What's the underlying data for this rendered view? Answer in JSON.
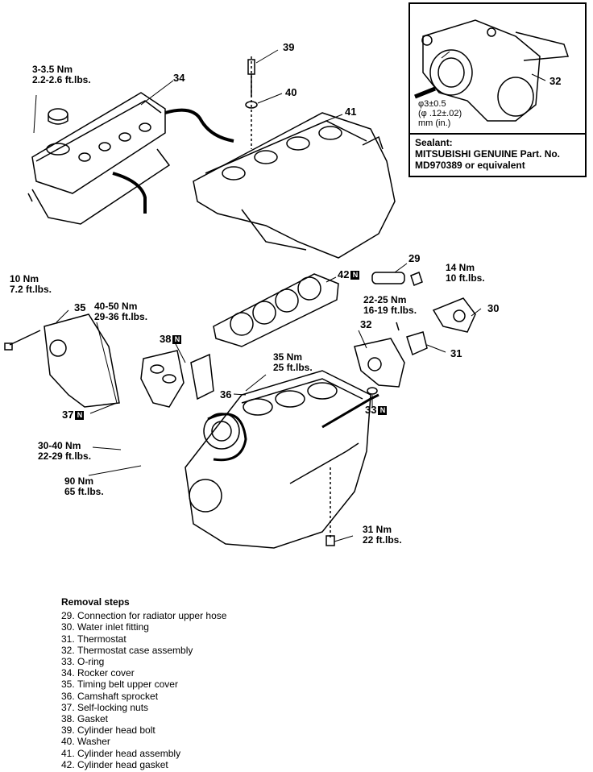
{
  "labels": {
    "l39": "39",
    "l40": "40",
    "l41": "41",
    "l34": "34",
    "l32_inset": "32",
    "l29": "29",
    "l42": "42",
    "l30": "30",
    "l31": "31",
    "l32": "32",
    "l33": "33",
    "l35": "35",
    "l38": "38",
    "l36": "36",
    "l37": "37",
    "badge": "N"
  },
  "torques": {
    "t_rocker_a": "3-3.5 Nm",
    "t_rocker_b": "2.2-2.6 ft.lbs.",
    "t_10_a": "10 Nm",
    "t_10_b": "7.2 ft.lbs.",
    "t_4050_a": "40-50 Nm",
    "t_4050_b": "29-36 ft.lbs.",
    "t_35_a": "35 Nm",
    "t_35_b": "25 ft.lbs.",
    "t_14_a": "14 Nm",
    "t_14_b": "10 ft.lbs.",
    "t_2225_a": "22-25 Nm",
    "t_2225_b": "16-19 ft.lbs.",
    "t_3040_a": "30-40 Nm",
    "t_3040_b": "22-29 ft.lbs.",
    "t_90_a": "90 Nm",
    "t_90_b": "65 ft.lbs.",
    "t_31_a": "31 Nm",
    "t_31_b": "22 ft.lbs."
  },
  "inset": {
    "dim_a": "φ3±0.5",
    "dim_b": "(φ .12±.02)",
    "dim_c": "mm (in.)",
    "sealant_title": "Sealant:",
    "sealant_line1": "MITSUBISHI GENUINE Part. No.",
    "sealant_line2": "MD970389 or equivalent"
  },
  "steps": {
    "title": "Removal steps",
    "items": [
      {
        "n": "29.",
        "t": "Connection for radiator upper hose"
      },
      {
        "n": "30.",
        "t": "Water inlet fitting"
      },
      {
        "n": "31.",
        "t": "Thermostat"
      },
      {
        "n": "32.",
        "t": "Thermostat case assembly"
      },
      {
        "n": "33.",
        "t": "O-ring"
      },
      {
        "n": "34.",
        "t": "Rocker cover"
      },
      {
        "n": "35.",
        "t": "Timing belt upper cover"
      },
      {
        "n": "36.",
        "t": "Camshaft sprocket"
      },
      {
        "n": "37.",
        "t": "Self-locking nuts"
      },
      {
        "n": "38.",
        "t": "Gasket"
      },
      {
        "n": "39.",
        "t": "Cylinder head bolt"
      },
      {
        "n": "40.",
        "t": "Washer"
      },
      {
        "n": "41.",
        "t": "Cylinder head assembly"
      },
      {
        "n": "42.",
        "t": "Cylinder head gasket"
      }
    ]
  }
}
